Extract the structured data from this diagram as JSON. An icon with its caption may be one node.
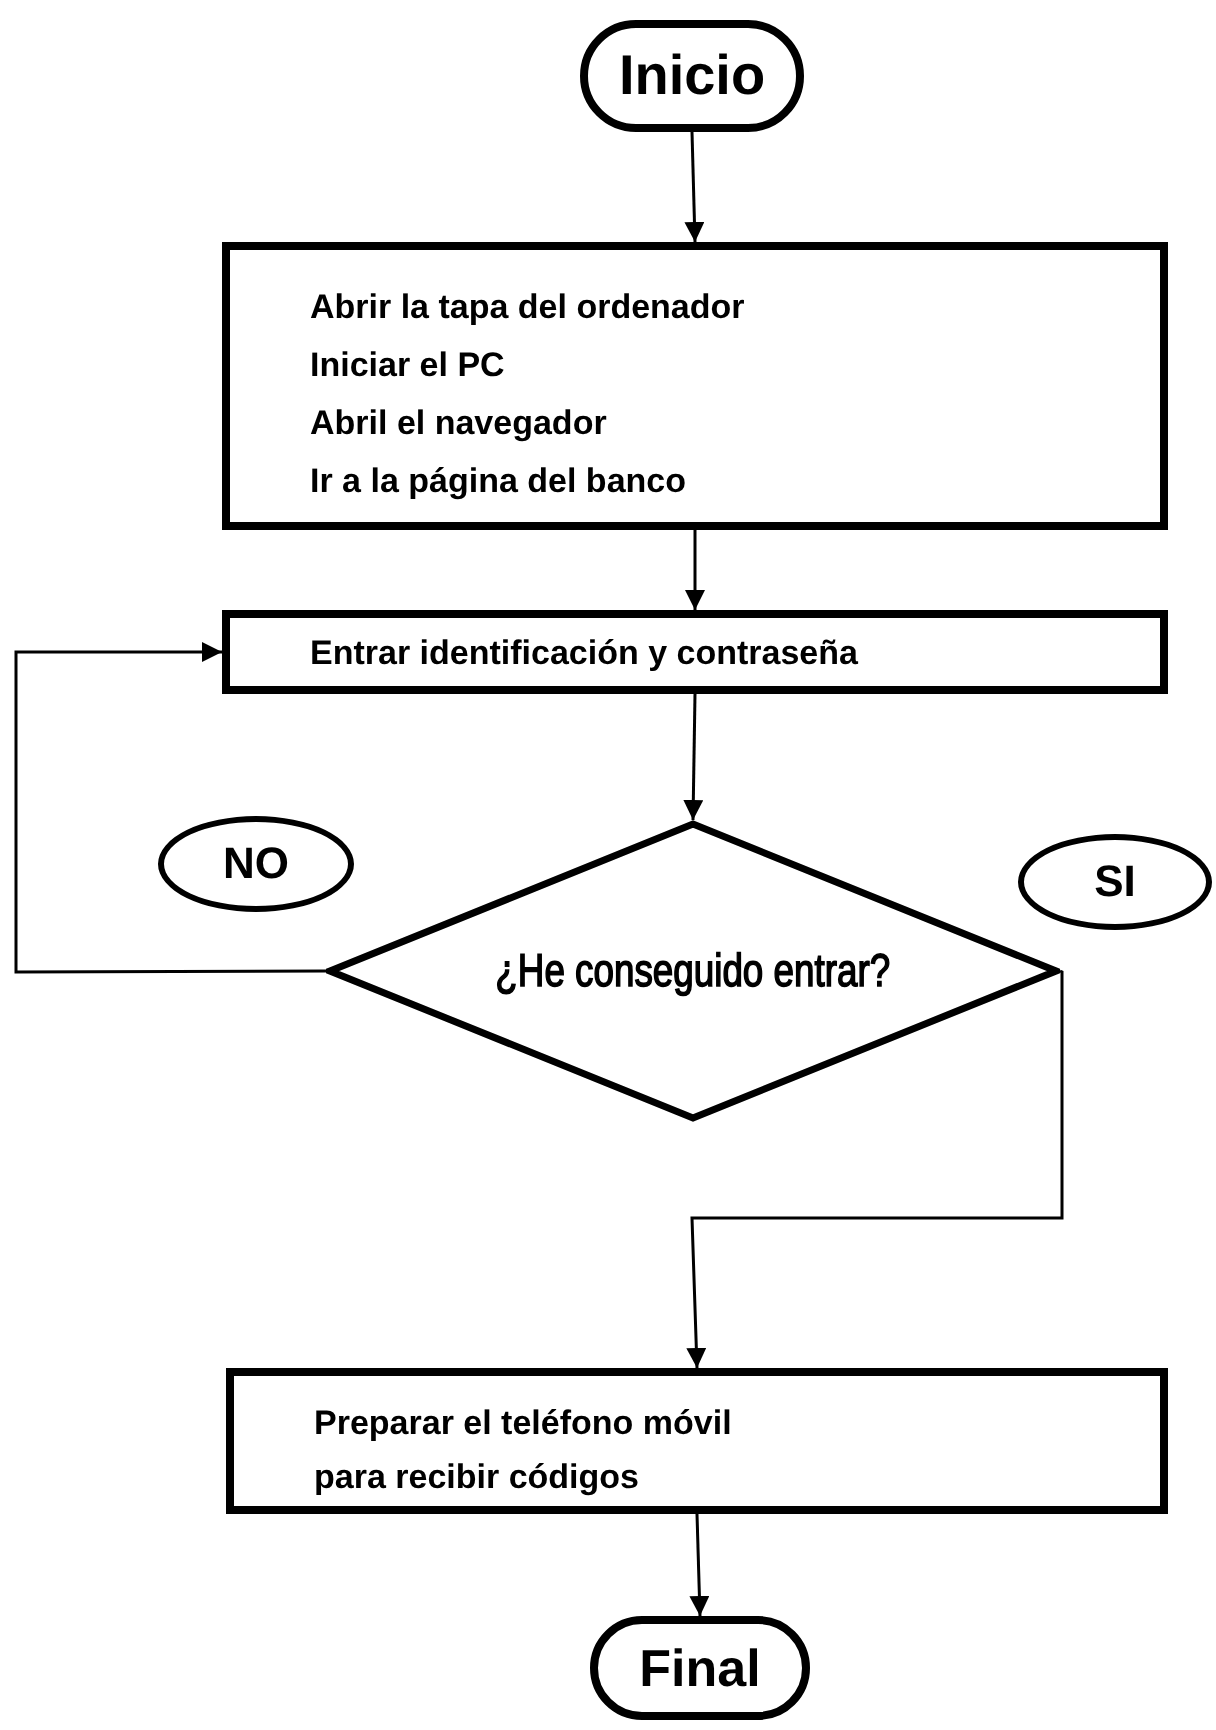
{
  "diagram": {
    "nodes": [
      {
        "text": [
          "Inicio"
        ]
      },
      {
        "text": [
          "Abrir la tapa del ordenador",
          "Iniciar el PC",
          "Abril el navegador",
          "Ir a la página del banco"
        ]
      },
      {
        "text": [
          "Entrar identificación y contraseña"
        ]
      },
      {
        "text": [
          "NO"
        ]
      },
      {
        "text": [
          "¿He conseguido entrar?"
        ]
      },
      {
        "text": [
          "SI"
        ]
      },
      {
        "text": [
          "Preparar el teléfono móvil para recibir códigos"
        ]
      },
      {
        "text": [
          "Final"
        ]
      }
    ],
    "edges": [
      {
        "from": 0,
        "to": 1,
        "arrow": "to"
      },
      {
        "from": 1,
        "to": 2,
        "arrow": "to"
      },
      {
        "from": 2,
        "to": 4,
        "arrow": "to"
      },
      {
        "from": 4,
        "to": 2,
        "arrow": "to"
      },
      {
        "from": 4,
        "to": 6,
        "arrow": "to"
      },
      {
        "from": 6,
        "to": 7,
        "arrow": "to"
      }
    ]
  }
}
